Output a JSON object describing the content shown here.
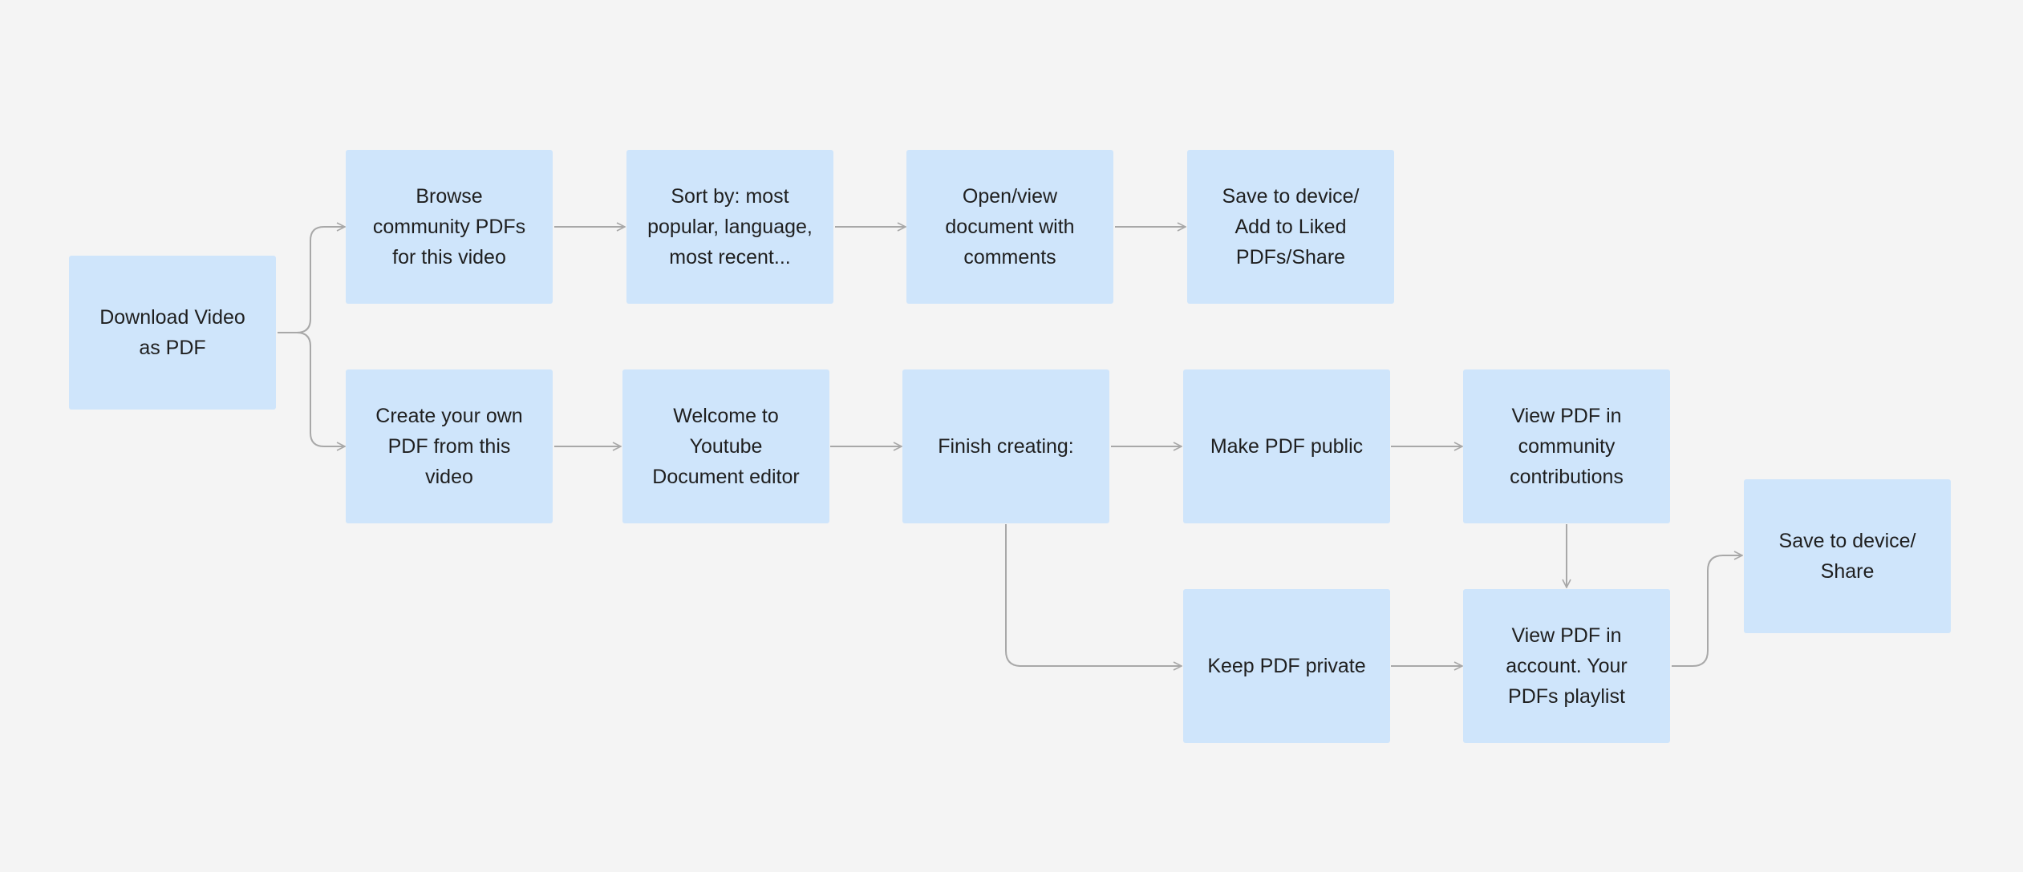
{
  "flow": {
    "nodes": {
      "download": "Download Video\nas PDF",
      "browse": "Browse\ncommunity PDFs\nfor this video",
      "sort": "Sort by: most\npopular, language,\nmost recent...",
      "open_view": "Open/view\ndocument with\ncomments",
      "save_liked": "Save to device/\nAdd to Liked\nPDFs/Share",
      "create": "Create your own\nPDF from this\nvideo",
      "welcome": "Welcome to\nYoutube\nDocument editor",
      "finish": "Finish creating:",
      "make_public": "Make PDF public",
      "view_community": "View PDF in\ncommunity\ncontributions",
      "keep_private": "Keep PDF private",
      "view_account": "View PDF in\naccount. Your\nPDFs playlist",
      "save_share": "Save to device/\nShare"
    }
  },
  "colors": {
    "background": "#f4f4f4",
    "node_fill": "#cfe5fb",
    "connector": "#a8a8a8",
    "text": "#1f1f1f"
  }
}
